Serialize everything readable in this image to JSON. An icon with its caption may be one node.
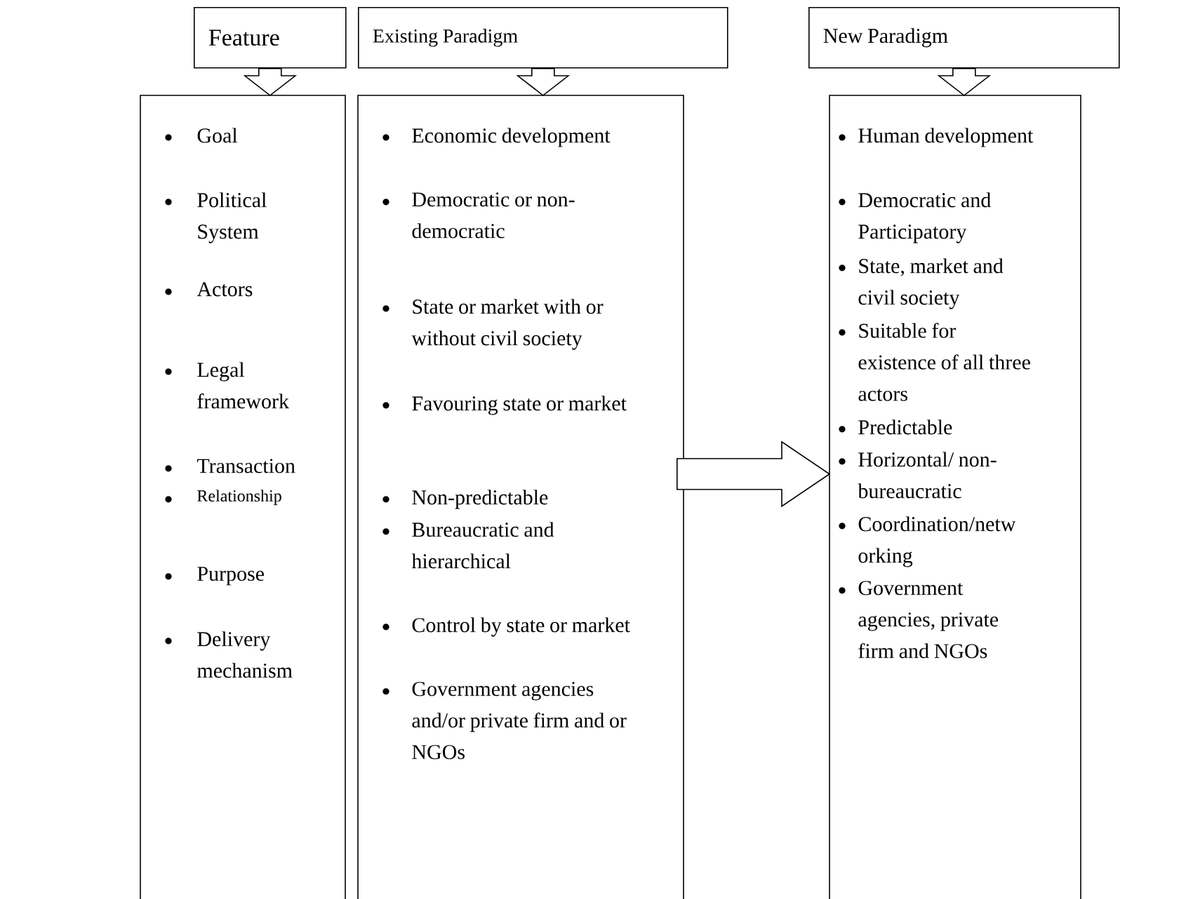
{
  "diagram": {
    "nodes": [
      {
        "text": [
          "Feature"
        ]
      },
      {
        "text": [
          "Existing Paradigm"
        ]
      },
      {
        "text": [
          "New Paradigm"
        ]
      },
      {
        "text": [
          "Goal",
          "Political System",
          "Actors",
          "Legal framework",
          "Transaction",
          "Relationship",
          "Purpose",
          "Delivery mechanism"
        ]
      },
      {
        "text": [
          "Economic development",
          "Democratic or non-democratic",
          "State or market with or without civil society",
          "Favouring state or market",
          "Non-predictable",
          "Bureaucratic and hierarchical",
          "Control by state or market",
          "Government agencies and/or private firm and or NGOs"
        ]
      },
      {
        "text": [
          "Human development",
          "Democratic and Participatory",
          "State, market and civil society",
          "Suitable for existence of all three actors",
          "Predictable",
          "Horizontal/ non-bureaucratic",
          "Coordination/netw orking",
          "Government agencies, private firm and NGOs"
        ]
      }
    ],
    "edges": [
      {
        "from": 0,
        "to": 3,
        "arrow": "to"
      },
      {
        "from": 1,
        "to": 4,
        "arrow": "to"
      },
      {
        "from": 2,
        "to": 5,
        "arrow": "to"
      },
      {
        "from": 4,
        "to": 5,
        "arrow": "to"
      }
    ]
  }
}
